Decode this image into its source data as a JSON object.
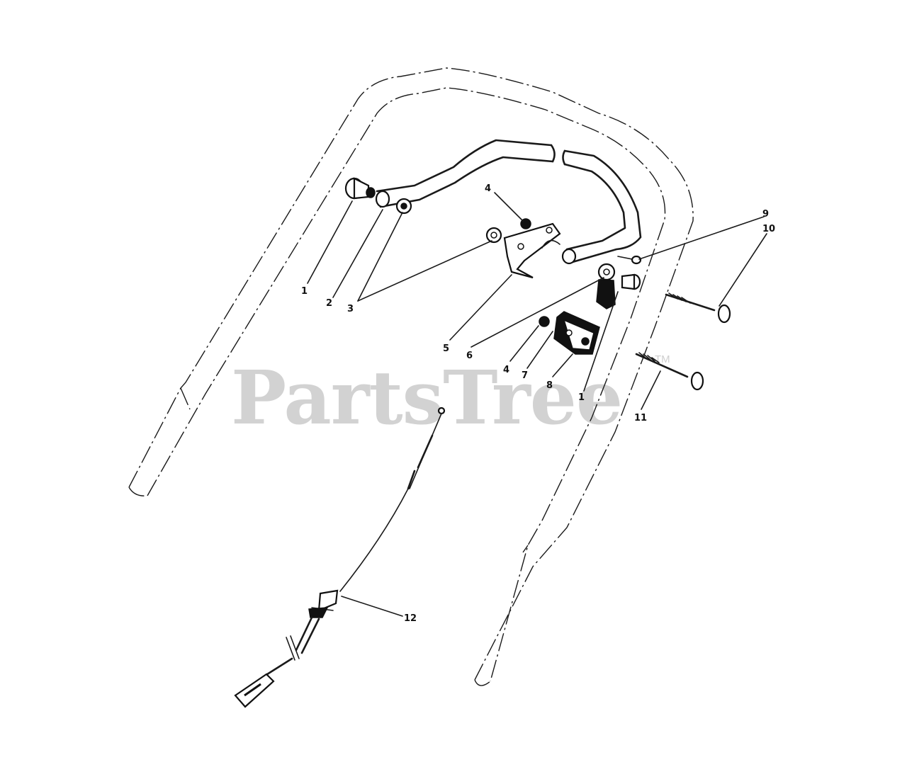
{
  "watermark": {
    "text": "PartsTree",
    "trademark": "TM"
  },
  "callouts": [
    {
      "id": "c1a",
      "label": "1"
    },
    {
      "id": "c2",
      "label": "2"
    },
    {
      "id": "c3",
      "label": "3"
    },
    {
      "id": "c4a",
      "label": "4"
    },
    {
      "id": "c5",
      "label": "5"
    },
    {
      "id": "c6",
      "label": "6"
    },
    {
      "id": "c4b",
      "label": "4"
    },
    {
      "id": "c7",
      "label": "7"
    },
    {
      "id": "c8",
      "label": "8"
    },
    {
      "id": "c1b",
      "label": "1"
    },
    {
      "id": "c9",
      "label": "9"
    },
    {
      "id": "c10",
      "label": "10"
    },
    {
      "id": "c11",
      "label": "11"
    },
    {
      "id": "c12",
      "label": "12"
    }
  ]
}
